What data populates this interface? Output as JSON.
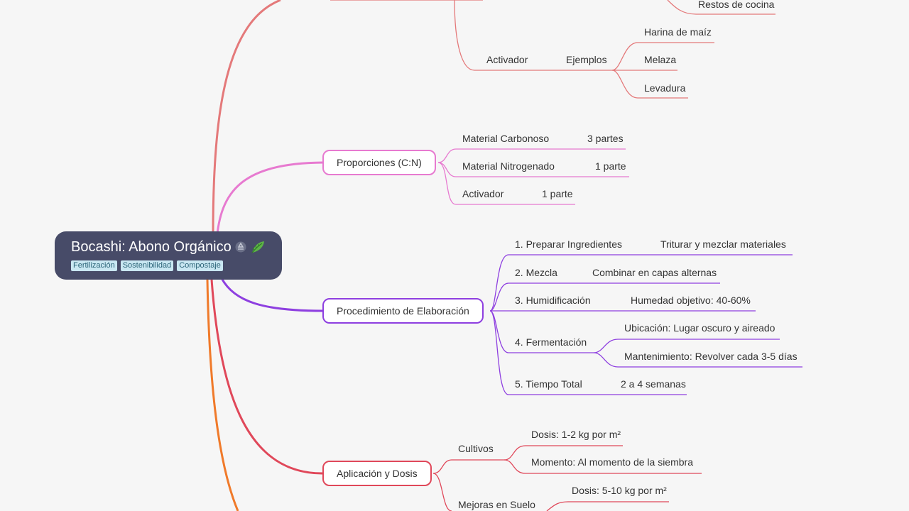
{
  "root": {
    "title": "Bocashi: Abono Orgánico",
    "tags": [
      "Fertilización",
      "Sostenibilidad",
      "Compostaje"
    ],
    "icons": [
      "recycle-icon",
      "leaf-icon"
    ]
  },
  "colors": {
    "top": "#e4797a",
    "proporciones": "#e77ad0",
    "procedimiento": "#8e3fe0",
    "aplicacion": "#e0485a",
    "bottom": "#f07a2a",
    "root_bg": "#474b68"
  },
  "top_partial": {
    "restos": "Restos de cocina",
    "activador": "Activador",
    "ejemplos": "Ejemplos",
    "items": [
      "Harina de maíz",
      "Melaza",
      "Levadura"
    ]
  },
  "proporciones": {
    "label": "Proporciones (C:N)",
    "items": [
      {
        "name": "Material Carbonoso",
        "value": "3 partes"
      },
      {
        "name": "Material Nitrogenado",
        "value": "1 parte"
      },
      {
        "name": "Activador",
        "value": "1 parte"
      }
    ]
  },
  "procedimiento": {
    "label": "Procedimiento de Elaboración",
    "steps": [
      {
        "name": "1. Preparar Ingredientes",
        "detail": "Triturar y mezclar materiales"
      },
      {
        "name": "2. Mezcla",
        "detail": "Combinar en capas alternas"
      },
      {
        "name": "3. Humidificación",
        "detail": "Humedad objetivo: 40-60%"
      },
      {
        "name": "4. Fermentación",
        "details": [
          "Ubicación: Lugar oscuro y aireado",
          "Mantenimiento: Revolver cada 3-5 días"
        ]
      },
      {
        "name": "5. Tiempo Total",
        "detail": "2 a 4 semanas"
      }
    ]
  },
  "aplicacion": {
    "label": "Aplicación y Dosis",
    "cultivos": {
      "label": "Cultivos",
      "items": [
        "Dosis: 1-2 kg por m²",
        "Momento: Al momento de la siembra"
      ]
    },
    "suelo": {
      "label": "Mejoras en Suelo",
      "items": [
        "Dosis: 5-10 kg por m²"
      ]
    }
  }
}
